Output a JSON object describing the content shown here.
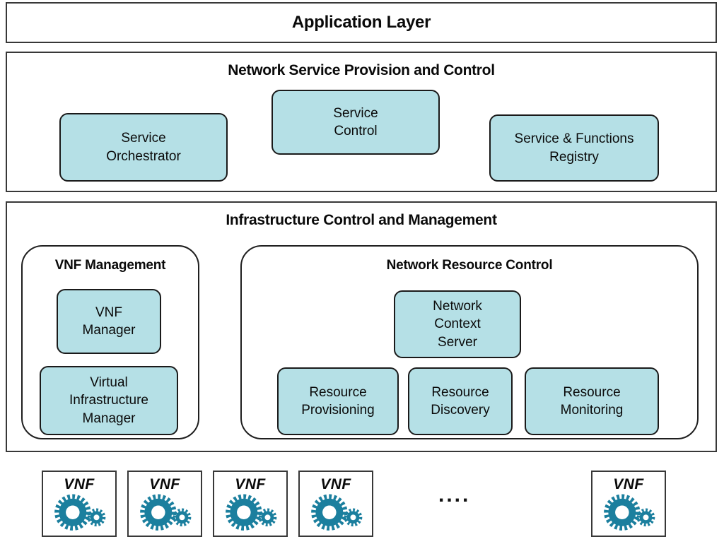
{
  "colors": {
    "chip_fill": "#b5e0e6",
    "chip_border": "#1a1a1a",
    "outer_border": "#383838",
    "gear": "#1b7f9e"
  },
  "application": {
    "title": "Application Layer"
  },
  "service_layer": {
    "title": "Network Service Provision and Control",
    "boxes": [
      {
        "label": "Service\nOrchestrator"
      },
      {
        "label": "Service\nControl"
      },
      {
        "label": "Service & Functions\nRegistry"
      }
    ]
  },
  "infrastructure_layer": {
    "title": "Infrastructure Control and Management",
    "vnf_management": {
      "title": "VNF Management",
      "boxes": [
        {
          "label": "VNF\nManager"
        },
        {
          "label": "Virtual\nInfrastructure\nManager"
        }
      ]
    },
    "network_resource_control": {
      "title": "Network Resource Control",
      "boxes": [
        {
          "label": "Network\nContext\nServer"
        },
        {
          "label": "Resource\nProvisioning"
        },
        {
          "label": "Resource\nDiscovery"
        },
        {
          "label": "Resource\nMonitoring"
        }
      ]
    }
  },
  "vnf_row": {
    "items": [
      {
        "label": "VNF"
      },
      {
        "label": "VNF"
      },
      {
        "label": "VNF"
      },
      {
        "label": "VNF"
      },
      {
        "label": "VNF"
      }
    ],
    "ellipsis": "...."
  }
}
